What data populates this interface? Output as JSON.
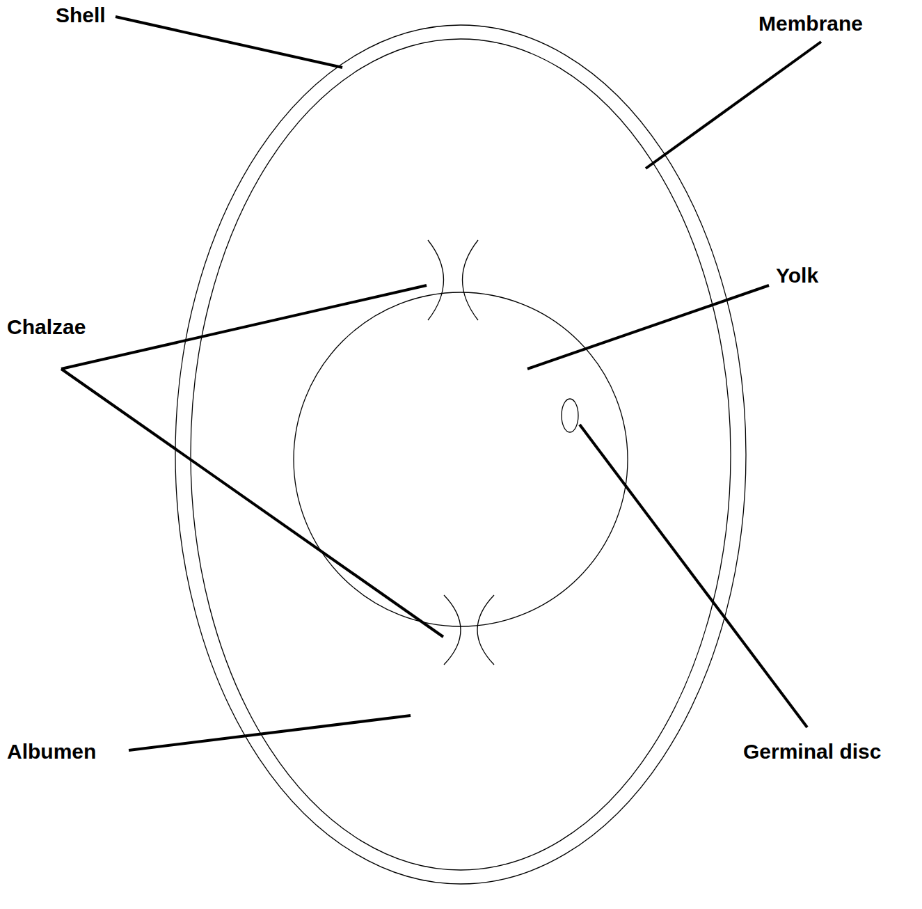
{
  "diagram": {
    "labels": [
      "Shell",
      "Membrane",
      "Chalzae",
      "Yolk",
      "Albumen",
      "Germinal disc"
    ]
  }
}
